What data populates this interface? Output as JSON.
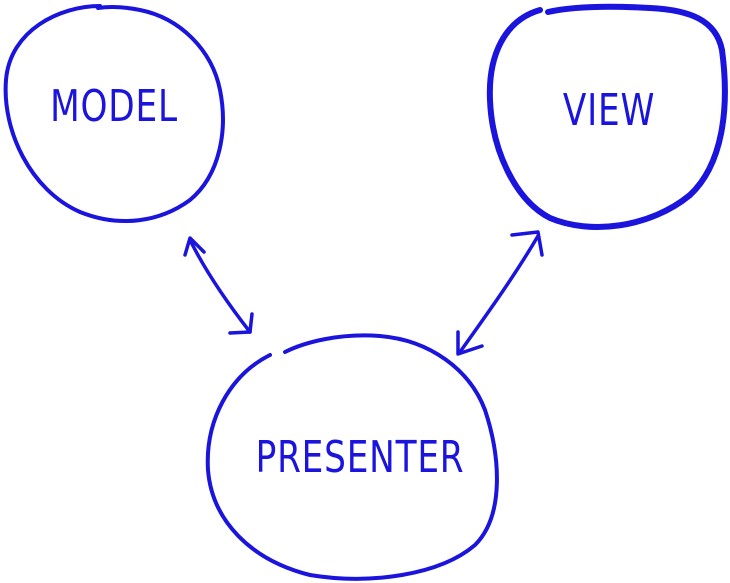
{
  "diagram": {
    "ink_color": "#1a14dc",
    "nodes": [
      {
        "id": "model",
        "label": "MODEL"
      },
      {
        "id": "view",
        "label": "VIEW"
      },
      {
        "id": "presenter",
        "label": "PRESENTER"
      }
    ],
    "edges": [
      {
        "from": "model",
        "to": "presenter",
        "direction": "bidirectional"
      },
      {
        "from": "view",
        "to": "presenter",
        "direction": "bidirectional"
      }
    ]
  }
}
